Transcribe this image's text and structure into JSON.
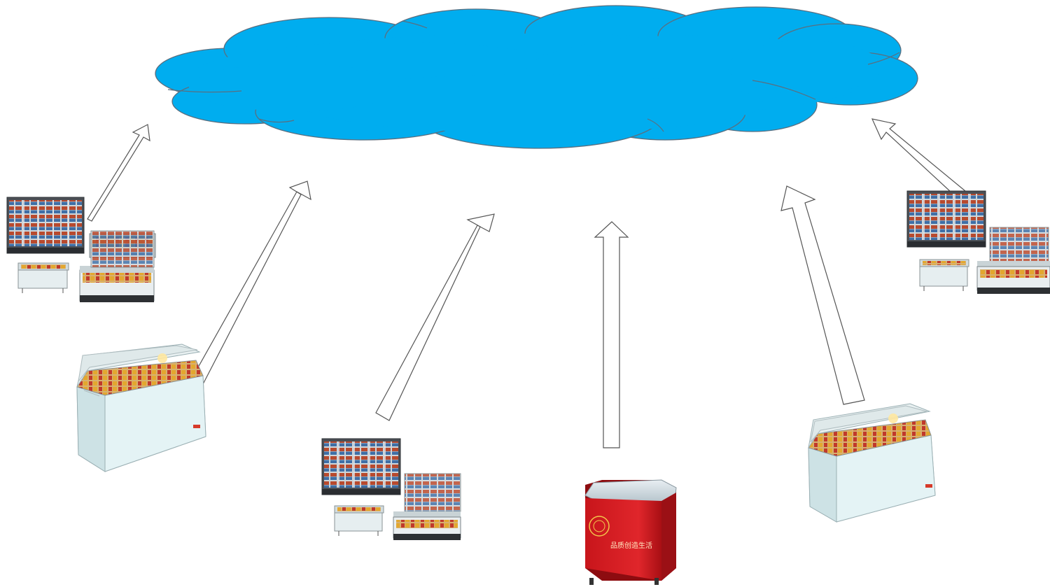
{
  "diagram": {
    "cloud_color": "#00adef",
    "cloud_stroke": "#5a6f80",
    "arrow_stroke": "#555555",
    "arrow_fill": "#ffffff",
    "devices": [
      {
        "kind": "cold-chain-display-group"
      },
      {
        "kind": "chest-freezer"
      },
      {
        "kind": "cold-chain-display-group"
      },
      {
        "kind": "red-display-freezer",
        "label": "品质创造生活"
      },
      {
        "kind": "chest-freezer"
      },
      {
        "kind": "cold-chain-display-group"
      }
    ]
  }
}
